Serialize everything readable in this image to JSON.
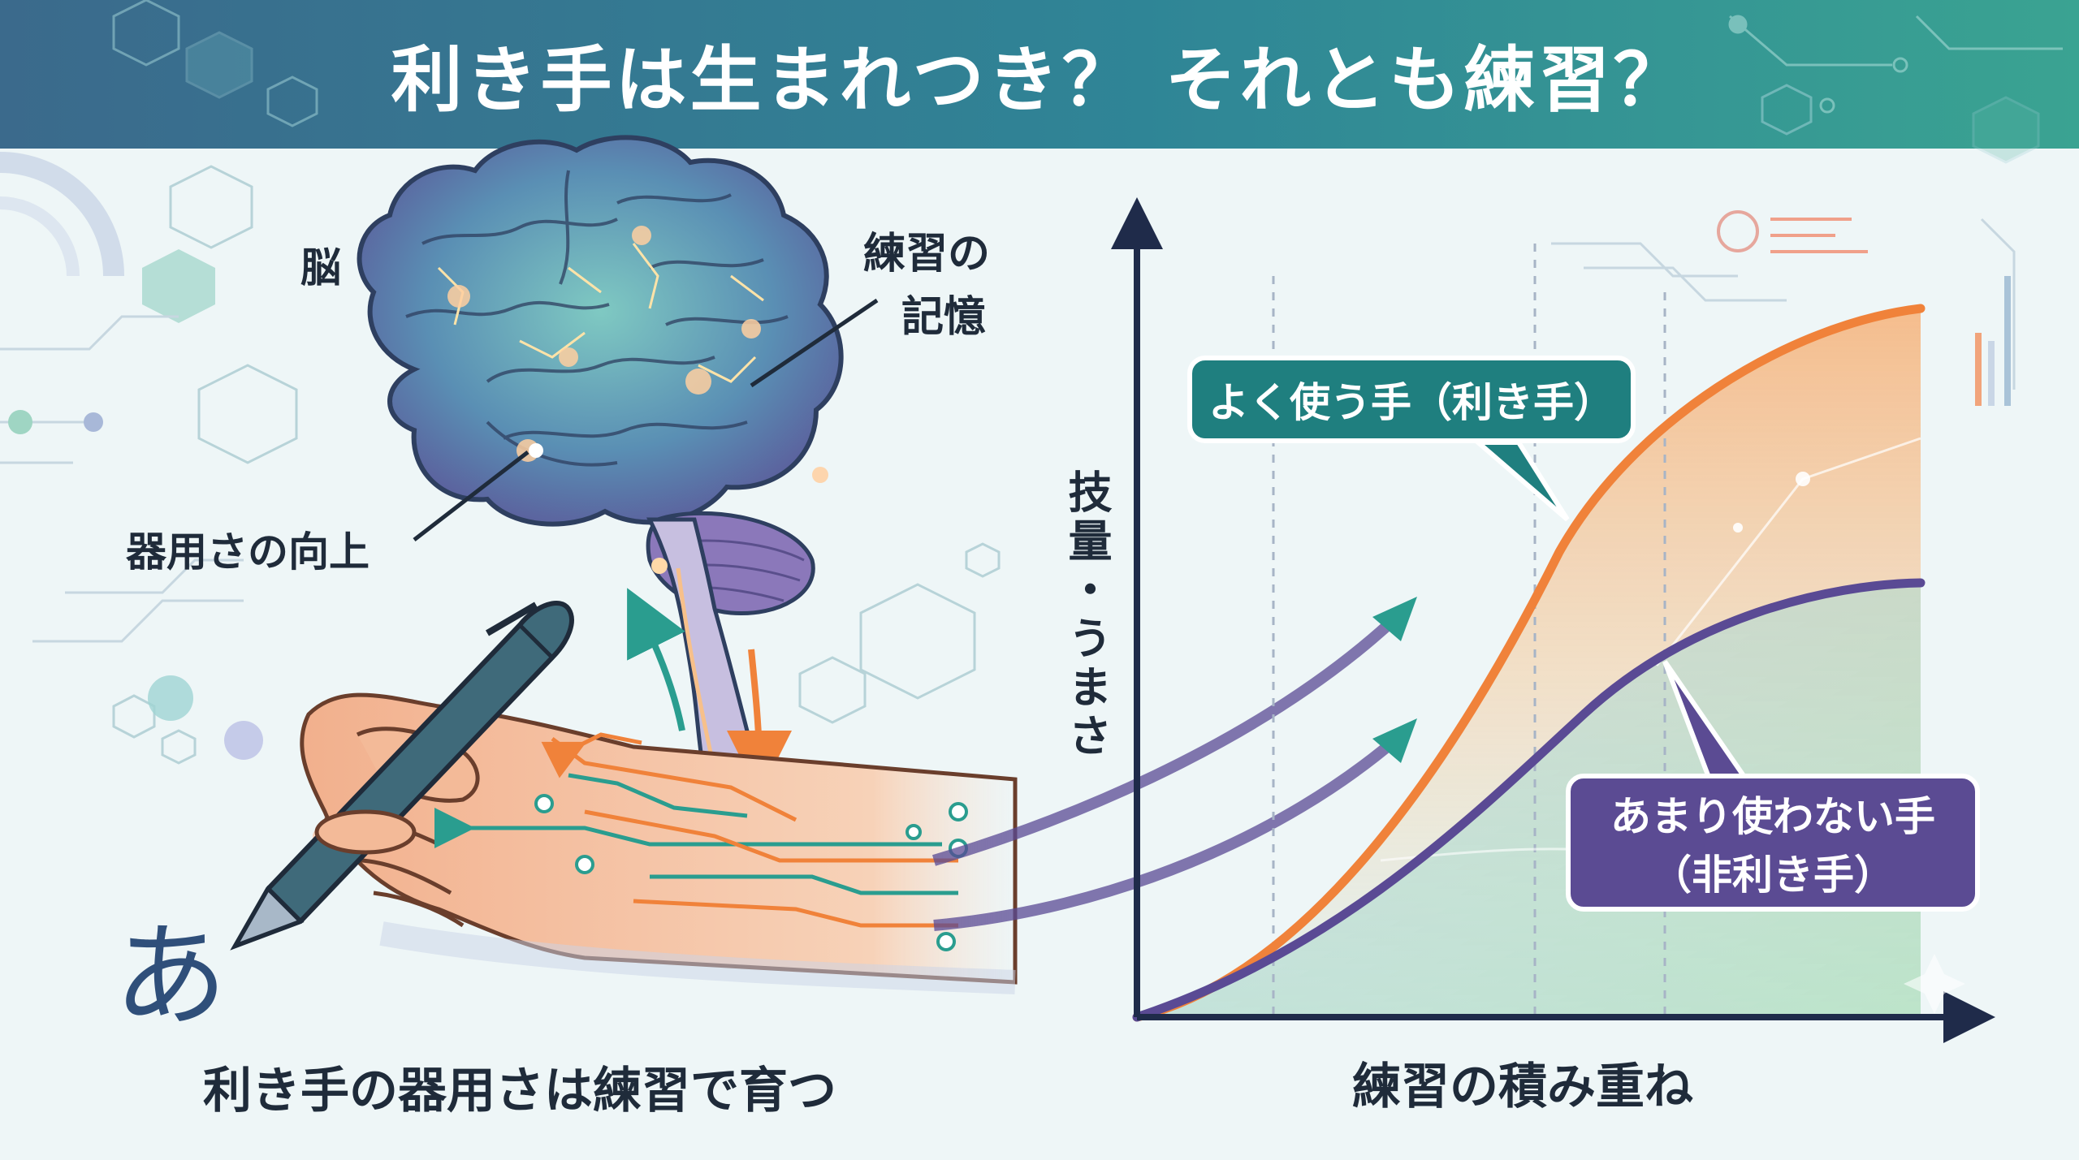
{
  "title": "利き手は生まれつき？ それとも練習？",
  "labels": {
    "brain": "脳",
    "practice_memory_1": "練習の",
    "practice_memory_2": "記憶",
    "dexterity_up": "器用さの向上",
    "hiragana": "あ",
    "left_caption": "利き手の器用さは練習で育つ",
    "y_axis": "技量・うまさ",
    "x_axis": "練習の積み重ね"
  },
  "callouts": {
    "dominant": "よく使う手（利き手）",
    "nondominant_1": "あまり使わない手",
    "nondominant_2": "（非利き手）"
  },
  "colors": {
    "header_start": "#3b6a8c",
    "header_end": "#3aa392",
    "dominant_line": "#f0823a",
    "nondominant_line": "#5a4a94",
    "dominant_callout": "#1f7f7f",
    "nondominant_callout": "#5b4b93",
    "teal_arrow": "#2a9d8f"
  },
  "icons": [
    "brain-icon",
    "hand-icon",
    "pen-icon",
    "neural-circuit-icon",
    "hexagon-decoration"
  ]
}
